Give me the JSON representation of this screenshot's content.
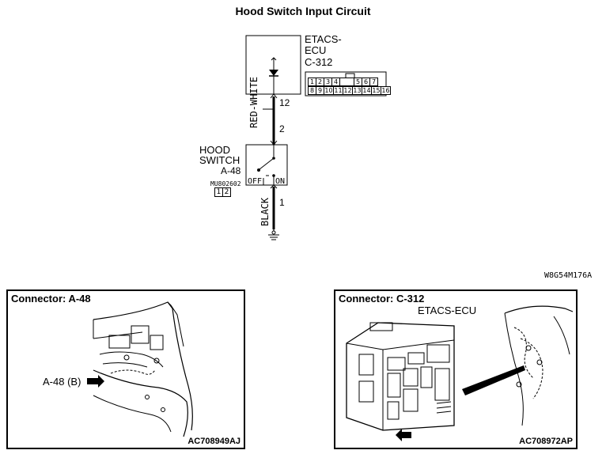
{
  "title": "Hood Switch Input Circuit",
  "ecu": {
    "name_line1": "ETACS-",
    "name_line2": "ECU",
    "connector": "C-312",
    "pin_number": "12",
    "connector_pins_top": [
      "1",
      "2",
      "3",
      "4",
      "",
      "5",
      "6",
      "7"
    ],
    "connector_pins_bottom": [
      "8",
      "9",
      "10",
      "11",
      "12",
      "13",
      "14",
      "15",
      "16"
    ]
  },
  "wire_upper": {
    "color_label": "RED-WHITE"
  },
  "hood_switch": {
    "name_line1": "HOOD",
    "name_line2": "SWITCH",
    "connector": "A-48",
    "part_number": "MU802602",
    "pin_top": "2",
    "pin_bottom": "1",
    "off_label": "OFF",
    "on_label": "ON",
    "connector_pins": [
      "1",
      "2"
    ]
  },
  "wire_lower": {
    "color_label": "BLACK"
  },
  "figure_code": "W8G54M176A",
  "panel_left": {
    "title": "Connector: A-48",
    "callout": "A-48 (B)",
    "code": "AC708949AJ"
  },
  "panel_right": {
    "title": "Connector: C-312",
    "callout": "ETACS-ECU",
    "code": "AC708972AP"
  }
}
